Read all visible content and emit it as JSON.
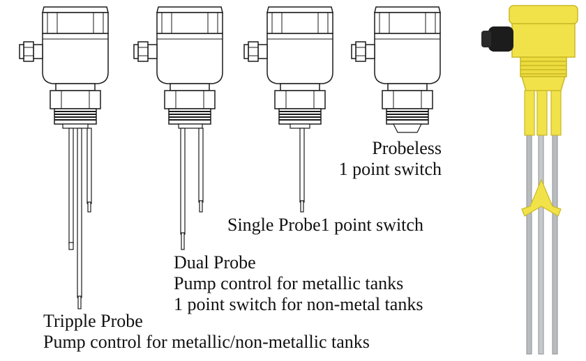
{
  "probes": {
    "probeless": {
      "title": "Probeless",
      "subtitle": "1 point switch"
    },
    "single": {
      "title": "Single Probe",
      "subtitle": "1 point switch"
    },
    "dual": {
      "title": "Dual Probe",
      "line1": "Pump control for metallic tanks",
      "line2": "1 point switch for non-metal tanks"
    },
    "tripple": {
      "title": "Tripple Probe",
      "subtitle": "Pump control for metallic/non-metallic tanks"
    }
  },
  "colors": {
    "line": "#1a1a1a",
    "housing_fill": "#ffffff",
    "photo_yellow": "#f2e24a",
    "photo_yellow_dark": "#c9b824",
    "gland_black": "#1c1c1c",
    "rod_steel": "#b9bcbf"
  }
}
